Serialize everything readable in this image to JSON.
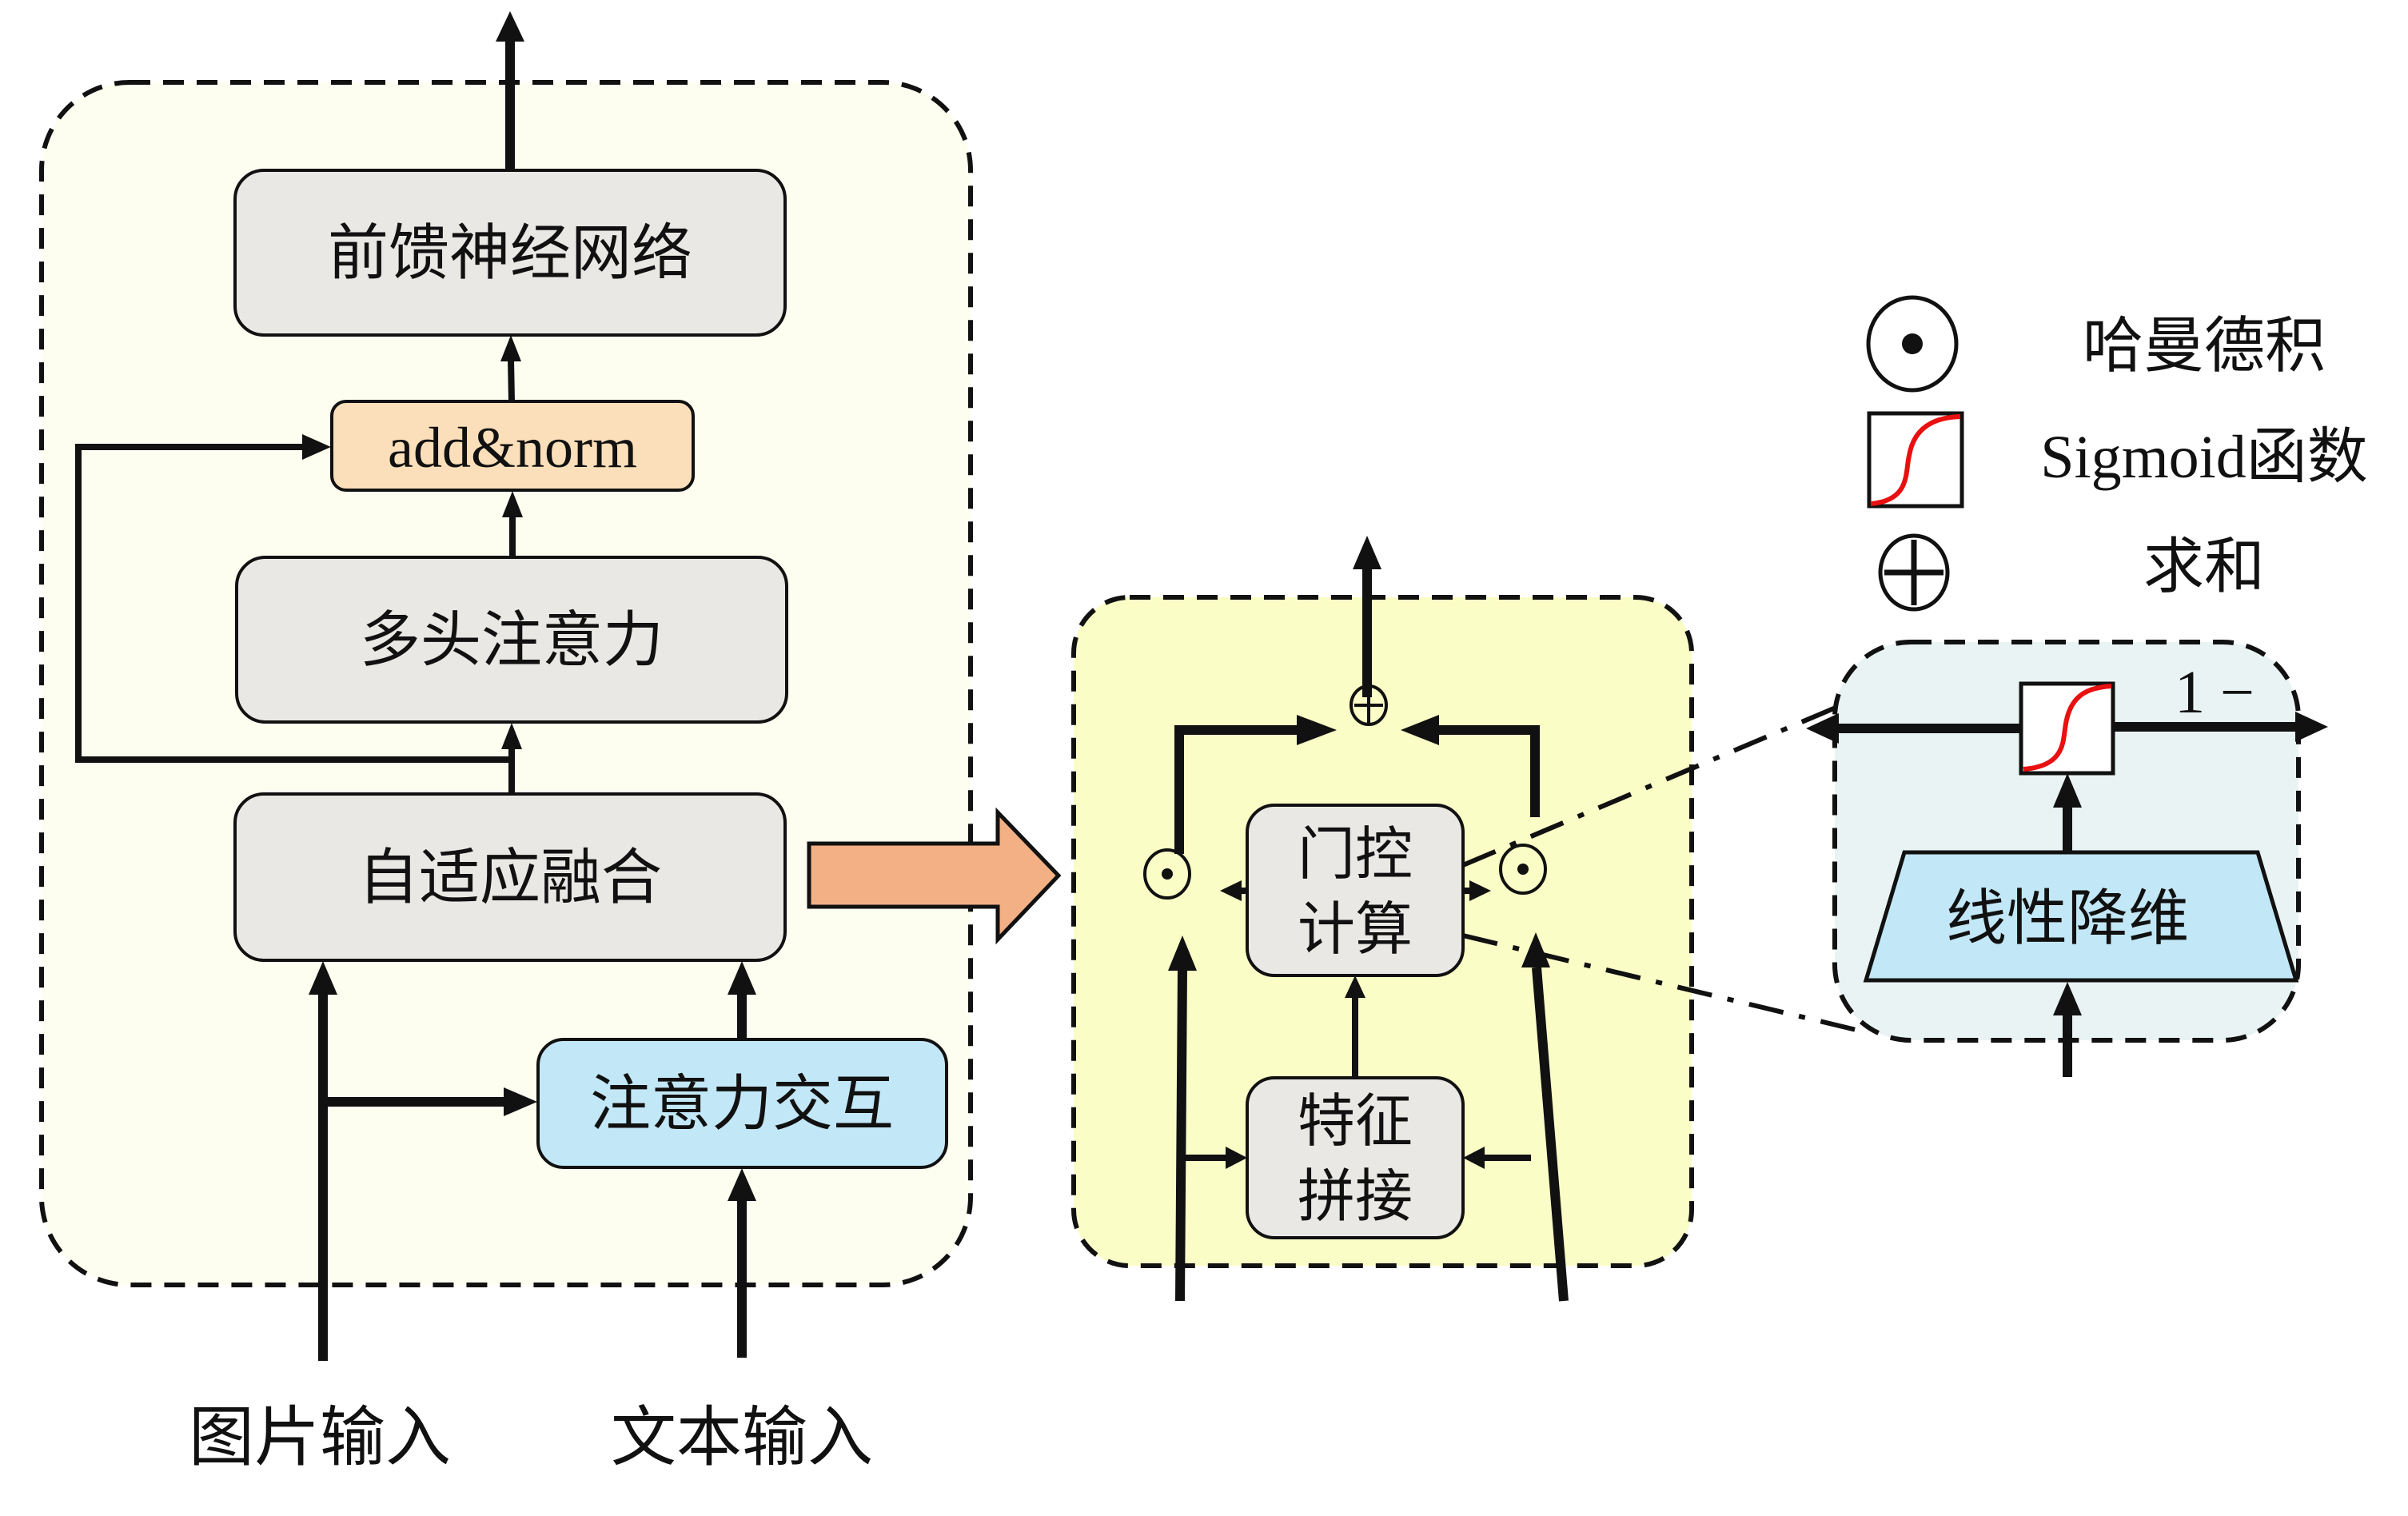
{
  "colors": {
    "panel_left_fill": "#fdfef0",
    "panel_mid_fill": "#fafdc6",
    "panel_right_fill": "#eaf3f3",
    "gray_box": "#eae8e4",
    "orange_box": "#fbdfba",
    "blue_box": "#c2e7f6",
    "big_arrow": "#f2b084",
    "sigmoid_curve": "#e81010"
  },
  "left_module": {
    "ffn": "前馈神经网络",
    "add_norm": "add&norm",
    "mha": "多头注意力",
    "fusion": "自适应融合",
    "interaction": "注意力交互",
    "image_input": "图片输入",
    "text_input": "文本输入"
  },
  "fusion_module": {
    "gate_line1": "门控",
    "gate_line2": "计算",
    "concat_line1": "特征",
    "concat_line2": "拼接"
  },
  "gate_detail": {
    "one_minus": "1 −",
    "linear_reduction": "线性降维"
  },
  "legend": {
    "items": [
      {
        "icon": "hadamard-product-icon",
        "label": "哈曼德积"
      },
      {
        "icon": "sigmoid-icon",
        "label": "Sigmoid函数"
      },
      {
        "icon": "sum-icon",
        "label": "求和"
      }
    ]
  }
}
